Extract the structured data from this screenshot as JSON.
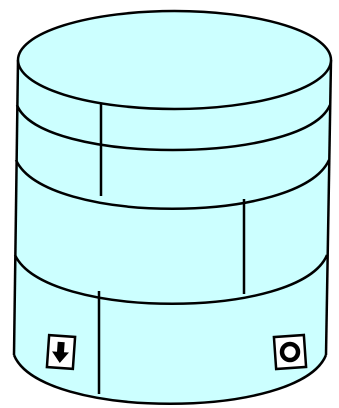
{
  "diagram": {
    "shape": "cylinder",
    "body_fill": "#ccffff",
    "stroke": "#000000",
    "background": "#ffffff",
    "layers": [
      {
        "name": "top",
        "split": true
      },
      {
        "name": "middle",
        "split": true
      },
      {
        "name": "bottom",
        "split": true
      }
    ],
    "icons": [
      {
        "name": "down-arrow-icon",
        "symbol": "arrow-down"
      },
      {
        "name": "circle-icon",
        "symbol": "ring"
      }
    ]
  }
}
